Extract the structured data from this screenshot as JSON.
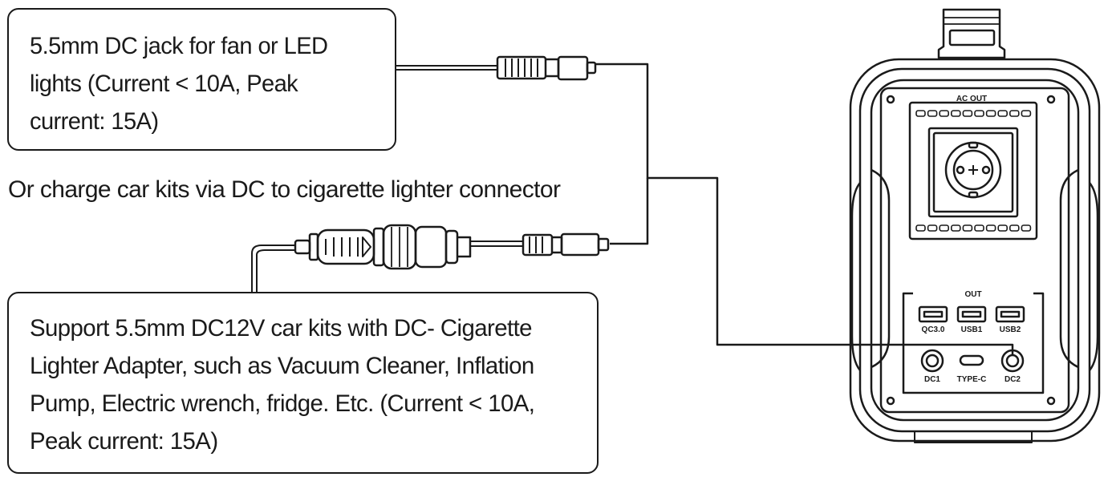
{
  "callout_dc_jack": {
    "lines": [
      "5.5mm DC jack for fan or LED",
      "lights (Current < 10A, Peak",
      "current: 15A)"
    ]
  },
  "caption_cigarette": "Or charge car kits via DC to cigarette lighter connector",
  "callout_car_kits": {
    "lines": [
      "Support 5.5mm DC12V car kits with DC- Cigarette",
      "Lighter Adapter, such as Vacuum Cleaner, Inflation",
      "Pump, Electric wrench, fridge. Etc. (Current < 10A,",
      "Peak current: 15A)"
    ]
  },
  "device": {
    "ac_out_label": "AC OUT",
    "out_label": "OUT",
    "usb_ports": [
      "QC3.0",
      "USB1",
      "USB2"
    ],
    "dc_ports": [
      "DC1",
      "TYPE-C",
      "DC2"
    ]
  }
}
